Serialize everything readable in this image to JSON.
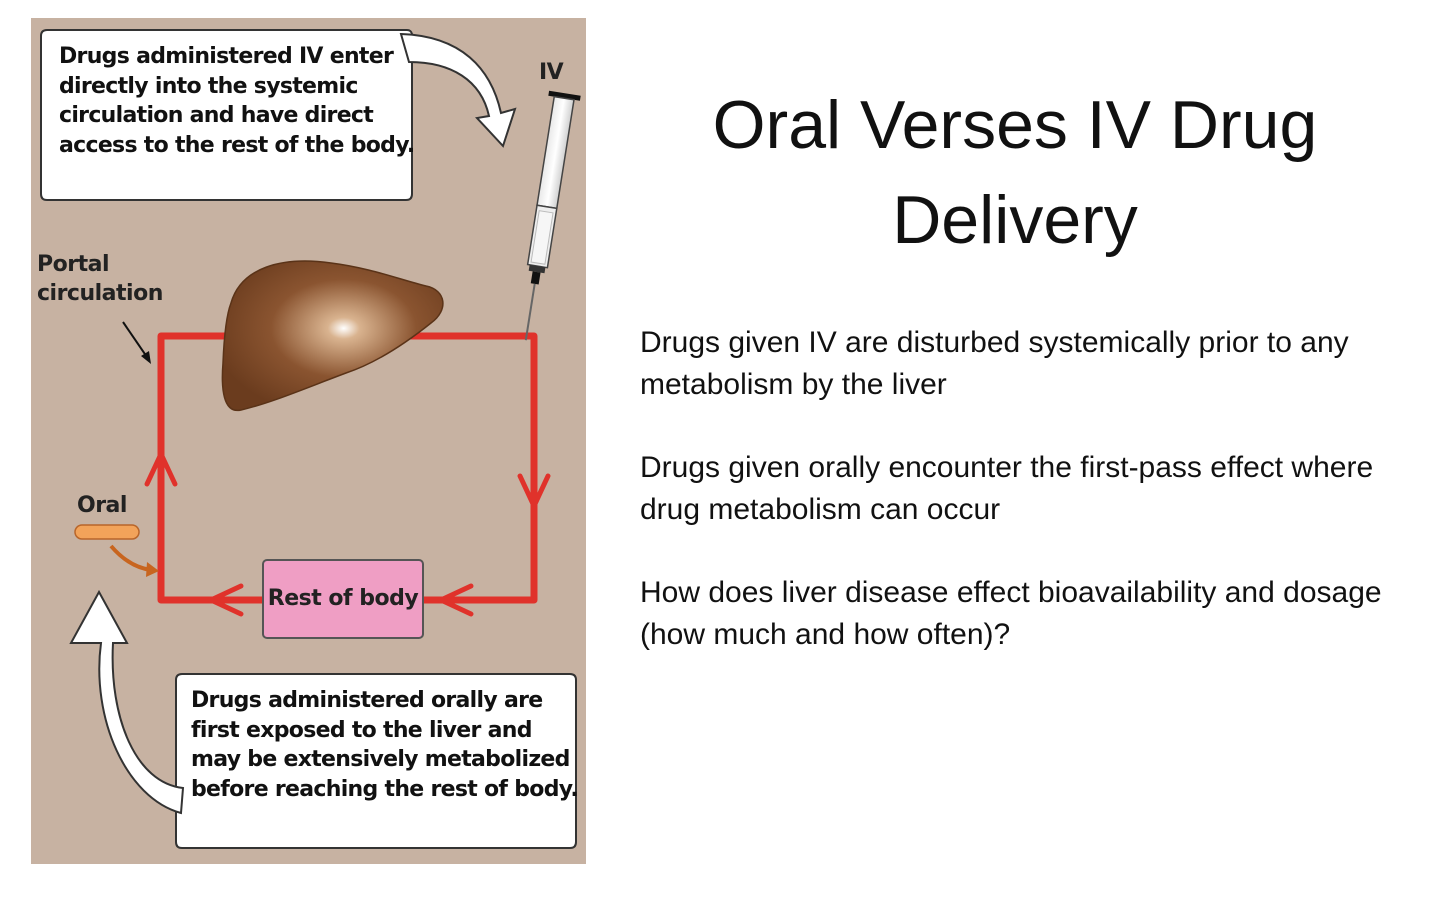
{
  "title": "Oral Verses IV Drug Delivery",
  "bullets": [
    "Drugs given IV are disturbed systemically prior to any metabolism by the liver",
    "Drugs given orally encounter the first-pass effect where drug metabolism can occur",
    "How does liver disease effect bioavailability and dosage (how much and how often)?"
  ],
  "figure": {
    "callout_iv": "Drugs administered IV enter directly into the systemic circulation and have direct access to the rest of the body.",
    "callout_oral": "Drugs administered orally are first exposed to the liver and may be extensively metabolized before reaching the rest of body.",
    "portal_label": "Portal circulation",
    "iv_label": "IV",
    "oral_label": "Oral",
    "rest_of_body_label": "Rest of body"
  },
  "colors": {
    "figure_background": "#c7b2a2",
    "circulation_line": "#e0322b",
    "liver": "#8a5430",
    "rest_of_body_box": "#ef9ec4",
    "pill": "#f2a35a"
  }
}
